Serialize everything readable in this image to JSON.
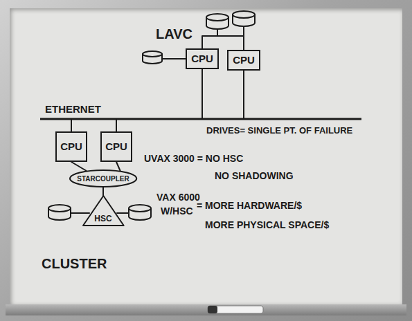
{
  "diagram": {
    "nodes": [
      {
        "text": [
          "CPU"
        ]
      },
      {
        "text": [
          "CPU"
        ]
      },
      {
        "text": [
          "CPU"
        ]
      },
      {
        "text": [
          "CPU"
        ]
      },
      {
        "text": [
          "STARCOUPLER"
        ]
      },
      {
        "text": [
          "HSC"
        ]
      }
    ],
    "edges": [
      {
        "from": 2,
        "to": 4,
        "arrow": "none"
      },
      {
        "from": 3,
        "to": 4,
        "arrow": "none"
      },
      {
        "from": 4,
        "to": 5,
        "arrow": "none"
      }
    ],
    "labels": [
      "LAVC",
      "ETHERNET",
      "DRIVES= SINGLE PT. OF FAILURE",
      "UVAX 3000 = NO HSC",
      "NO SHADOWING",
      "VAX 6000",
      "W/HSC",
      "= MORE HARDWARE/$",
      "MORE PHYSICAL SPACE/$",
      "CLUSTER"
    ]
  }
}
